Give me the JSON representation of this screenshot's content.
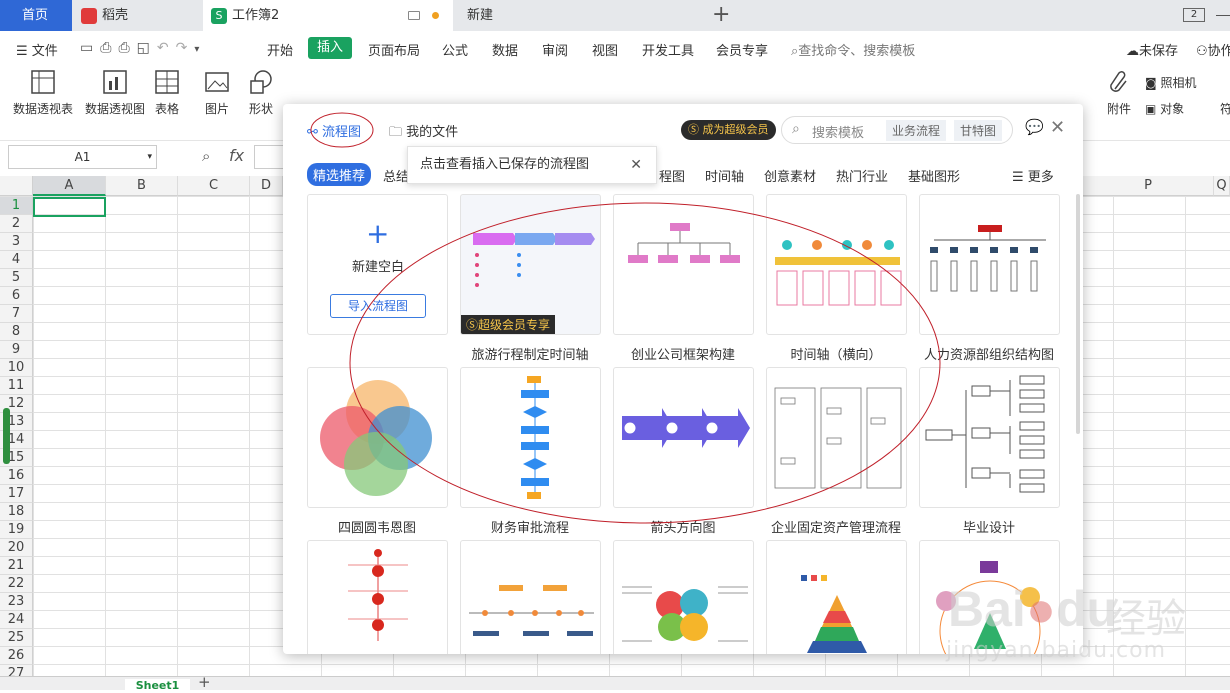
{
  "tabs": {
    "home": "首页",
    "docer": "稻壳",
    "workbook": "工作簿2",
    "new": "新建",
    "plus": "+",
    "badge": "2"
  },
  "menu": {
    "file": "文件",
    "items": [
      "开始",
      "插入",
      "页面布局",
      "公式",
      "数据",
      "审阅",
      "视图",
      "开发工具",
      "会员专享"
    ],
    "active": "插入",
    "search": "查找命令、搜索模板",
    "unsaved": "未保存",
    "collab": "协作"
  },
  "ribbon": {
    "pivot_table": "数据透视表",
    "pivot_chart": "数据透视图",
    "table": "表格",
    "picture": "图片",
    "shape": "形状",
    "attachment": "附件",
    "camera": "照相机",
    "object": "对象",
    "extra": "符"
  },
  "formula": {
    "cell_ref": "A1",
    "fx": "fx"
  },
  "columns": [
    "A",
    "B",
    "C",
    "D",
    "P",
    "Q"
  ],
  "rows": [
    "1",
    "2",
    "3",
    "4",
    "5",
    "6",
    "7",
    "8",
    "9",
    "10",
    "11",
    "12",
    "13",
    "14",
    "15",
    "16",
    "17",
    "18",
    "19",
    "20",
    "21",
    "22",
    "23",
    "24",
    "25",
    "26",
    "27"
  ],
  "sheet": {
    "name": "Sheet1"
  },
  "dialog": {
    "tab_flow": "流程图",
    "tab_myfiles": "我的文件",
    "vip": "成为超级会员",
    "search_placeholder": "搜索模板",
    "tag1": "业务流程",
    "tag2": "甘特图",
    "tooltip": "点击查看插入已保存的流程图",
    "categories": [
      "精选推荐",
      "总结",
      "程图",
      "时间轴",
      "创意素材",
      "热门行业",
      "基础图形"
    ],
    "more": "更多",
    "new_blank": "新建空白",
    "import": "导入流程图",
    "vip_badge": "超级会员专享",
    "row1": [
      "旅游行程制定时间轴",
      "创业公司框架构建",
      "时间轴（横向）",
      "人力资源部组织结构图"
    ],
    "row2": [
      "四圆圆韦恩图",
      "财务审批流程",
      "箭头方向图",
      "企业固定资产管理流程",
      "毕业设计"
    ]
  },
  "watermark": {
    "logo": "Bai",
    "logo2": "du",
    "brand": "经验",
    "url": "jingyan.baidu.com"
  }
}
